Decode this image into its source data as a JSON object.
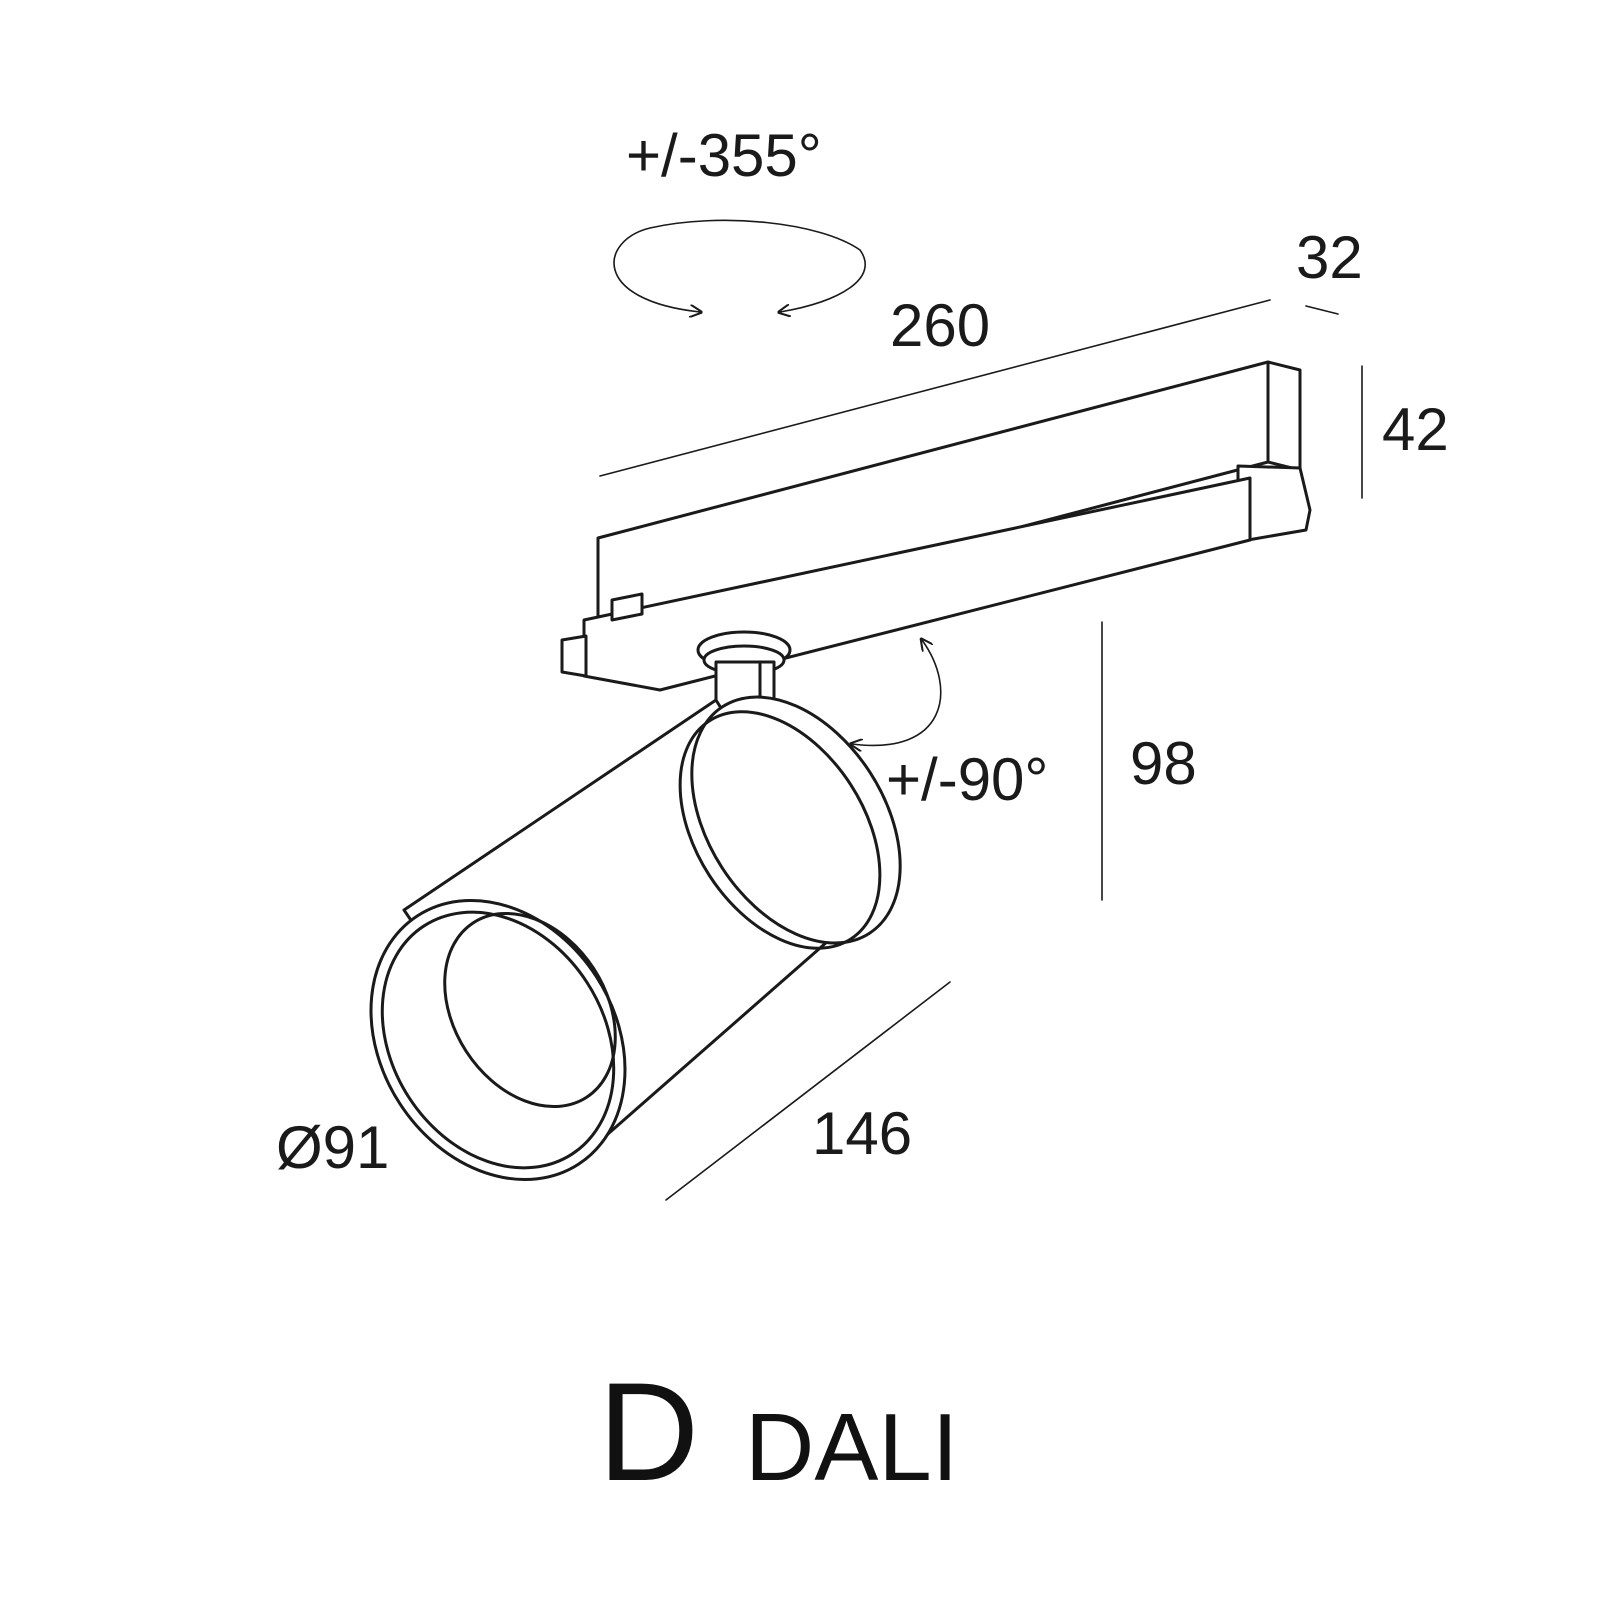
{
  "diagram": {
    "rotation_horizontal": "+/-355°",
    "rotation_vertical": "+/-90°",
    "track_length": "260",
    "track_width": "32",
    "track_height": "42",
    "drop_height": "98",
    "body_length": "146",
    "diameter": "Ø91"
  },
  "title": {
    "model": "D",
    "variant": "DALI"
  },
  "colors": {
    "ink": "#1a1a1a",
    "background": "#ffffff"
  }
}
